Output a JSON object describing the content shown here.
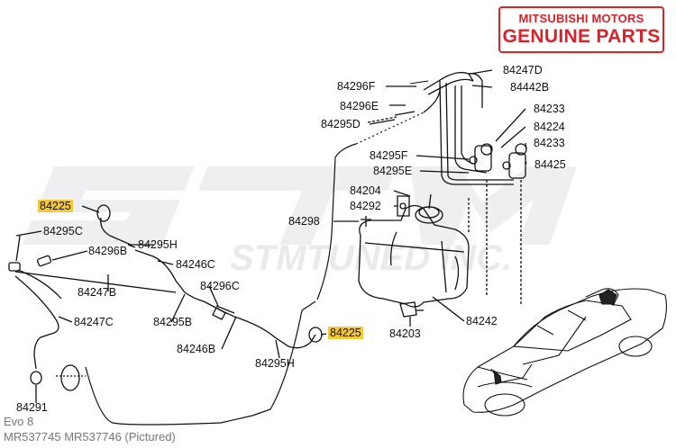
{
  "brand": {
    "line1": "MITSUBISHI MOTORS",
    "line2": "GENUINE PARTS"
  },
  "watermark": {
    "text": "STMTUNED INC."
  },
  "caption": {
    "model": "Evo 8",
    "parts": "MR537745  MR537746  (Pictured)"
  },
  "labels": {
    "p84247D": "84247D",
    "p84296F": "84296F",
    "p84442B": "84442B",
    "p84296E": "84296E",
    "p84233a": "84233",
    "p84295D": "84295D",
    "p84224": "84224",
    "p84233b": "84233",
    "p84295F": "84295F",
    "p84425": "84425",
    "p84295E": "84295E",
    "p84204": "84204",
    "p84225a": "84225",
    "p84292": "84292",
    "p84298": "84298",
    "p84295C": "84295C",
    "p84295H1": "84295H",
    "p84296B": "84296B",
    "p84246C": "84246C",
    "p84247B": "84247B",
    "p84296C": "84296C",
    "p84247C": "84247C",
    "p84295B": "84295B",
    "p84242": "84242",
    "p84225b": "84225",
    "p84203": "84203",
    "p84246B": "84246B",
    "p84295H2": "84295H",
    "p84291": "84291"
  },
  "colors": {
    "brand_red": "#d9232a",
    "highlight": "#f2c93a",
    "line": "#111111",
    "watermark": "#eeeeee"
  }
}
